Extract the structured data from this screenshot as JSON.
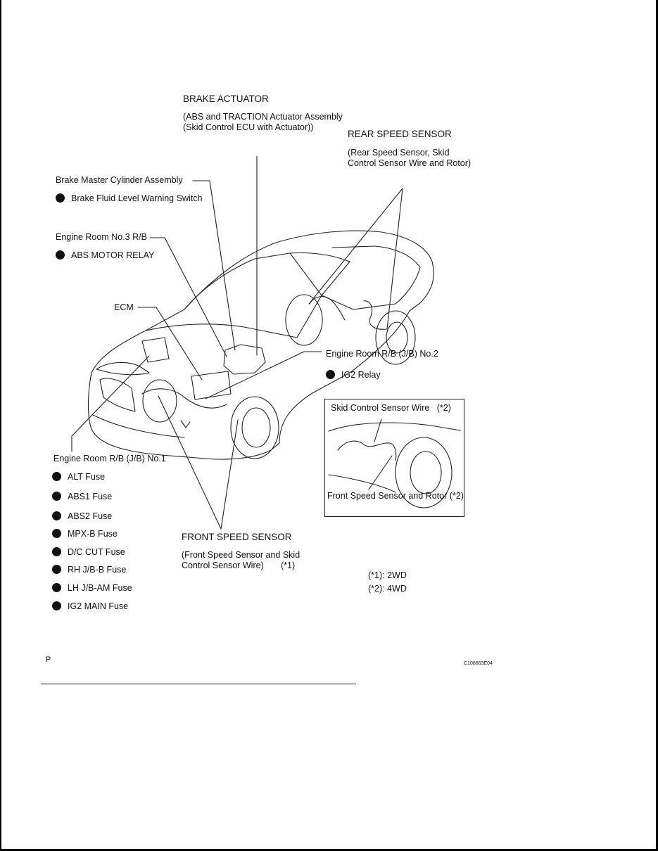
{
  "labels": {
    "brake_actuator_title": "BRAKE ACTUATOR",
    "brake_actuator_sub1": "(ABS and TRACTION Actuator Assembly",
    "brake_actuator_sub2": "(Skid Control ECU with Actuator))",
    "rear_speed_title": "REAR SPEED SENSOR",
    "rear_speed_sub1": "(Rear Speed Sensor, Skid",
    "rear_speed_sub2": "Control Sensor Wire and Rotor)",
    "master_cyl": "Brake Master Cylinder Assembly",
    "master_cyl_item": "Brake Fluid Level Warning Switch",
    "er3_rb": "Engine Room No.3 R/B",
    "er3_rb_item": "ABS MOTOR RELAY",
    "ecm": "ECM",
    "er_rb2": "Engine Room R/B (J/B) No.2",
    "er_rb2_item": "IG2 Relay",
    "inset_top": "Skid Control Sensor Wire",
    "inset_top_note": "(*2)",
    "inset_bottom": "Front Speed Sensor and Rotor",
    "inset_bottom_note": "(*2)",
    "er_rb1": "Engine Room R/B (J/B) No.1",
    "er_rb1_items": [
      "ALT Fuse",
      "ABS1 Fuse",
      "ABS2 Fuse",
      "MPX-B Fuse",
      "D/C CUT Fuse",
      "RH J/B-B Fuse",
      "LH J/B-AM Fuse",
      "IG2 MAIN Fuse"
    ],
    "front_speed_title": "FRONT SPEED SENSOR",
    "front_speed_sub1": "(Front Speed Sensor and Skid",
    "front_speed_sub2": "Control Sensor Wire)",
    "front_speed_note": "(*1)",
    "note1": "(*1): 2WD",
    "note2": "(*2): 4WD",
    "page_letter": "P",
    "figure_code": "C108863E04"
  }
}
